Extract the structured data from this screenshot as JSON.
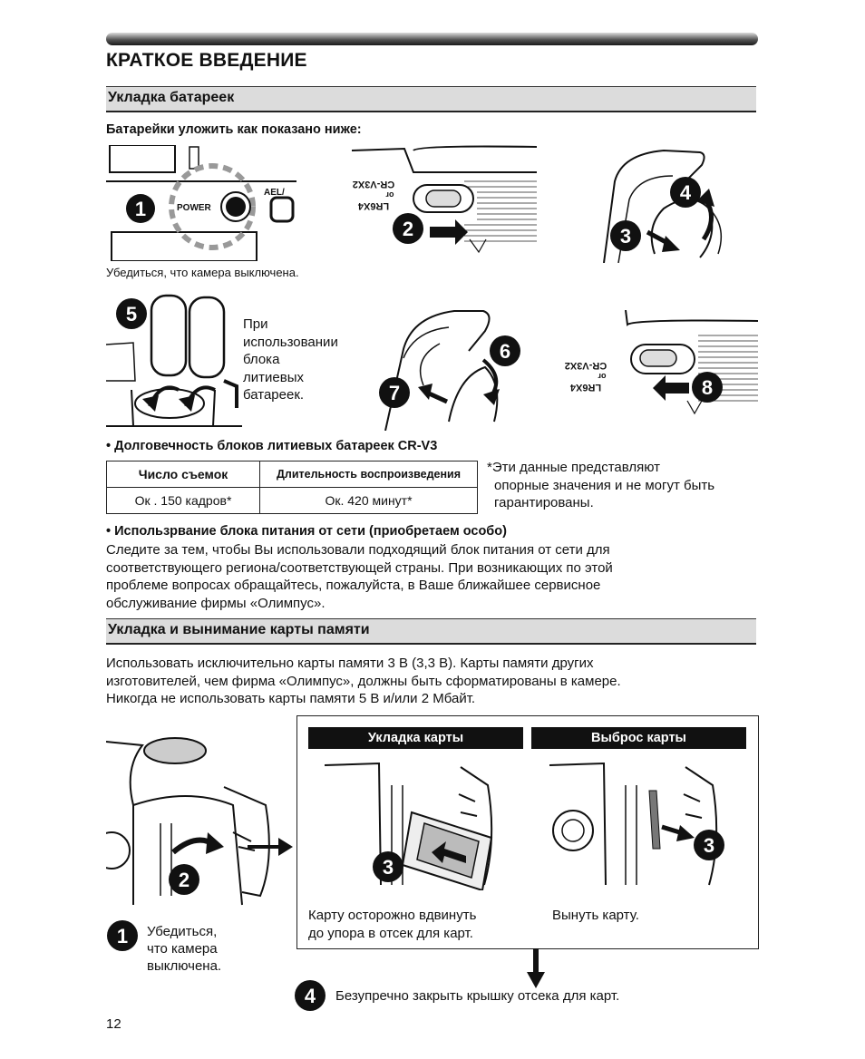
{
  "page_title": "КРАТКОЕ ВВЕДЕНИЕ",
  "section1": {
    "title": "Укладка батареек",
    "intro": "Батарейки уложить как показано ниже:",
    "caption_camera_off": "Убедиться, что камера выключена.",
    "power_label": "POWER",
    "ael_label": "AEL/",
    "battery_labels": [
      "CR-V3X2",
      "or",
      "LR6X4"
    ],
    "lithium_note_lines": [
      "При",
      "использовании",
      "блока",
      "литиевых",
      "батареек."
    ],
    "steps": [
      "1",
      "2",
      "3",
      "4",
      "5",
      "6",
      "7",
      "8"
    ]
  },
  "life": {
    "heading": "• Долговечность блоков литиевых батареек CR-V3",
    "headers": [
      "Число съемок",
      "Длительность воспроизведения"
    ],
    "values": [
      "Ок . 150 кадров*",
      "Ок. 420 минут*"
    ],
    "footnote_lines": [
      "*Эти данные представляют",
      "опорные значения и не могут быть",
      "гарантированы."
    ]
  },
  "ac": {
    "heading": "• Использрвание блока питания от сети (приобретаем особо)",
    "lines": [
      "Следите за тем, чтобы Вы использовали подходящий блок питания от сети для",
      "соответствующего региона/соответствующей страны. При возникающих по этой",
      "проблеме вопросах обращайтесь, пожалуйста, в Ваше ближайшее сервисное",
      "обслуживание фирмы «Олимпус»."
    ]
  },
  "section2": {
    "title": "Укладка и вынимание карты памяти",
    "lines": [
      "Использовать исключительно карты памяти 3 В (3,3 В). Карты памяти других",
      "изготовителей, чем фирма «Олимпус», должны быть сформатированы в камере.",
      "Никогда не использовать карты памяти 5 В и/или 2 Мбайт."
    ],
    "insert_label": "Укладка карты",
    "eject_label": "Выброс карты",
    "insert_caption_lines": [
      "Карту осторожно вдвинуть",
      "до упора в отсек для карт."
    ],
    "eject_caption": "Вынуть карту.",
    "camera_off_lines": [
      "Убедиться,",
      "что камера",
      "выключена."
    ],
    "step1": "1",
    "step2": "2",
    "step3": "3",
    "step4": "4",
    "step4_text": "Безупречно закрыть крышку отсека для карт."
  },
  "page_number": "12"
}
